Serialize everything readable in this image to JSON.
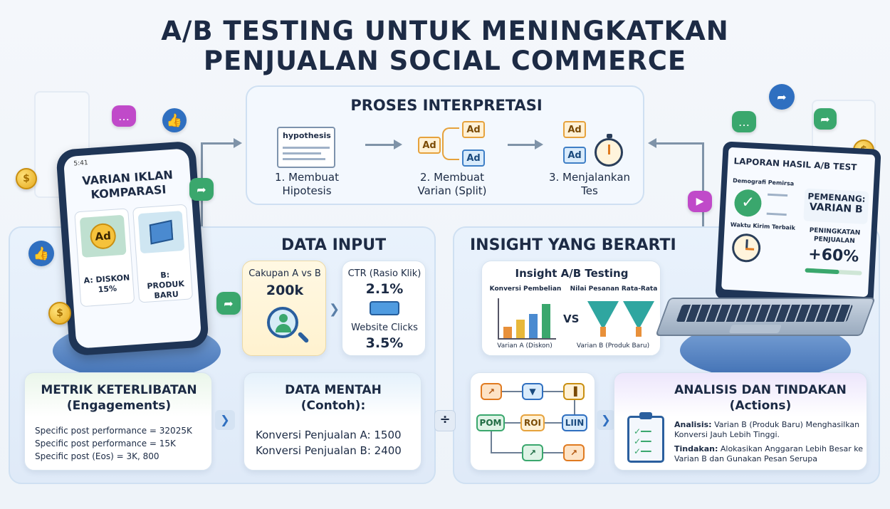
{
  "title": {
    "line1": "A/B TESTING UNTUK MENINGKATKAN",
    "line2": "PENJUALAN SOCIAL COMMERCE"
  },
  "process": {
    "heading": "PROSES INTERPRETASI",
    "hypothesis_doc": "hypothesis",
    "step1": "1. Membuat Hipotesis",
    "step2": "2. Membuat Varian (Split)",
    "step3": "3. Menjalankan Tes",
    "ad_label": "Ad"
  },
  "phone": {
    "status": "5:41",
    "title_line1": "VARIAN IKLAN",
    "title_line2": "KOMPARASI",
    "variant_a": "A: DISKON 15%",
    "variant_b": "B: PRODUK BARU",
    "ad_label": "Ad"
  },
  "data_input": {
    "heading": "DATA INPUT",
    "reach_label": "Cakupan A vs B",
    "reach_value": "200k",
    "ctr_label": "CTR (Rasio Klik)",
    "ctr_value": "2.1%",
    "clicks_label": "Website Clicks",
    "clicks_value": "3.5%"
  },
  "engagement": {
    "heading_line1": "METRIK KETERLIBATAN",
    "heading_line2": "(Engagements)",
    "rows": [
      "Specific post performance = 32025K",
      "Specific post performance = 15K",
      "Specific post (Eos) = 3K, 800"
    ]
  },
  "raw_data": {
    "heading_line1": "DATA MENTAH",
    "heading_line2": "(Contoh):",
    "rows": [
      "Konversi Penjualan A: 1500",
      "Konversi Penjualan B: 2400"
    ]
  },
  "insight": {
    "heading": "INSIGHT YANG BERARTI",
    "card_title": "Insight A/B Testing",
    "left_label": "Konversi Pembelian",
    "right_label": "Nilai Pesanan Rata-Rata",
    "vs": "VS",
    "caption_a": "Varian A (Diskon)",
    "caption_b": "Varian B (Produk Baru)"
  },
  "flow": {
    "nodes": [
      "POM",
      "ROI",
      "LIIN"
    ]
  },
  "actions": {
    "heading_line1": "ANALISIS DAN TINDAKAN",
    "heading_line2": "(Actions)",
    "analysis_label": "Analisis:",
    "analysis_text": "Varian B (Produk Baru) Menghasilkan Konversi Jauh Lebih Tinggi.",
    "action_label": "Tindakan:",
    "action_text": "Alokasikan Anggaran Lebih Besar ke Varian B dan Gunakan Pesan Serupa"
  },
  "laptop": {
    "title": "LAPORAN HASIL A/B TEST",
    "demo_label": "Demografi Pemirsa",
    "time_label": "Waktu Kirim Terbaik",
    "winner_line1": "PEMENANG:",
    "winner_line2": "VARIAN B",
    "increase_line1": "PENINGKATAN",
    "increase_line2": "PENJUALAN",
    "increase_value": "+60%"
  },
  "colors": {
    "title": "#1d2b45",
    "accent_blue": "#2f6fc0",
    "accent_orange": "#e6a23c",
    "accent_green": "#3aa76d",
    "panel_purple": "#b9a6f0"
  }
}
